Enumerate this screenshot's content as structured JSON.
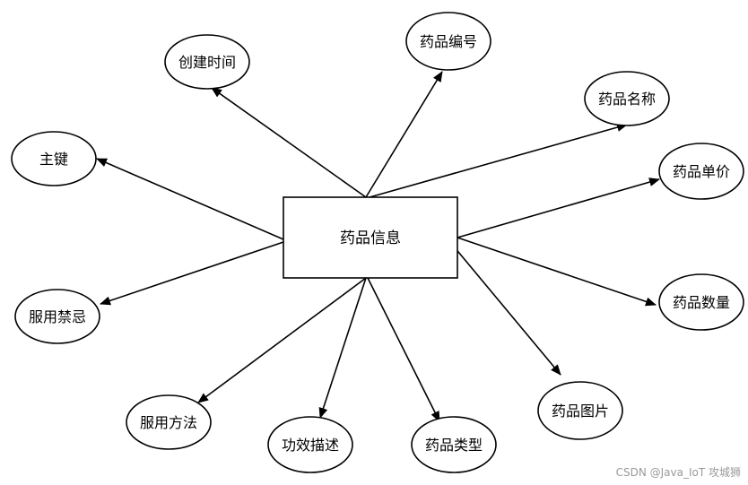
{
  "entity": {
    "label": "药品信息"
  },
  "attributes": [
    {
      "id": "created-time",
      "label": "创建时间"
    },
    {
      "id": "drug-code",
      "label": "药品编号"
    },
    {
      "id": "drug-name",
      "label": "药品名称"
    },
    {
      "id": "primary-key",
      "label": "主键"
    },
    {
      "id": "unit-price",
      "label": "药品单价"
    },
    {
      "id": "contraindications",
      "label": "服用禁忌"
    },
    {
      "id": "quantity",
      "label": "药品数量"
    },
    {
      "id": "usage-method",
      "label": "服用方法"
    },
    {
      "id": "efficacy",
      "label": "功效描述"
    },
    {
      "id": "drug-type",
      "label": "药品类型"
    },
    {
      "id": "drug-image",
      "label": "药品图片"
    }
  ],
  "watermark": "CSDN @Java_IoT 攻城狮"
}
